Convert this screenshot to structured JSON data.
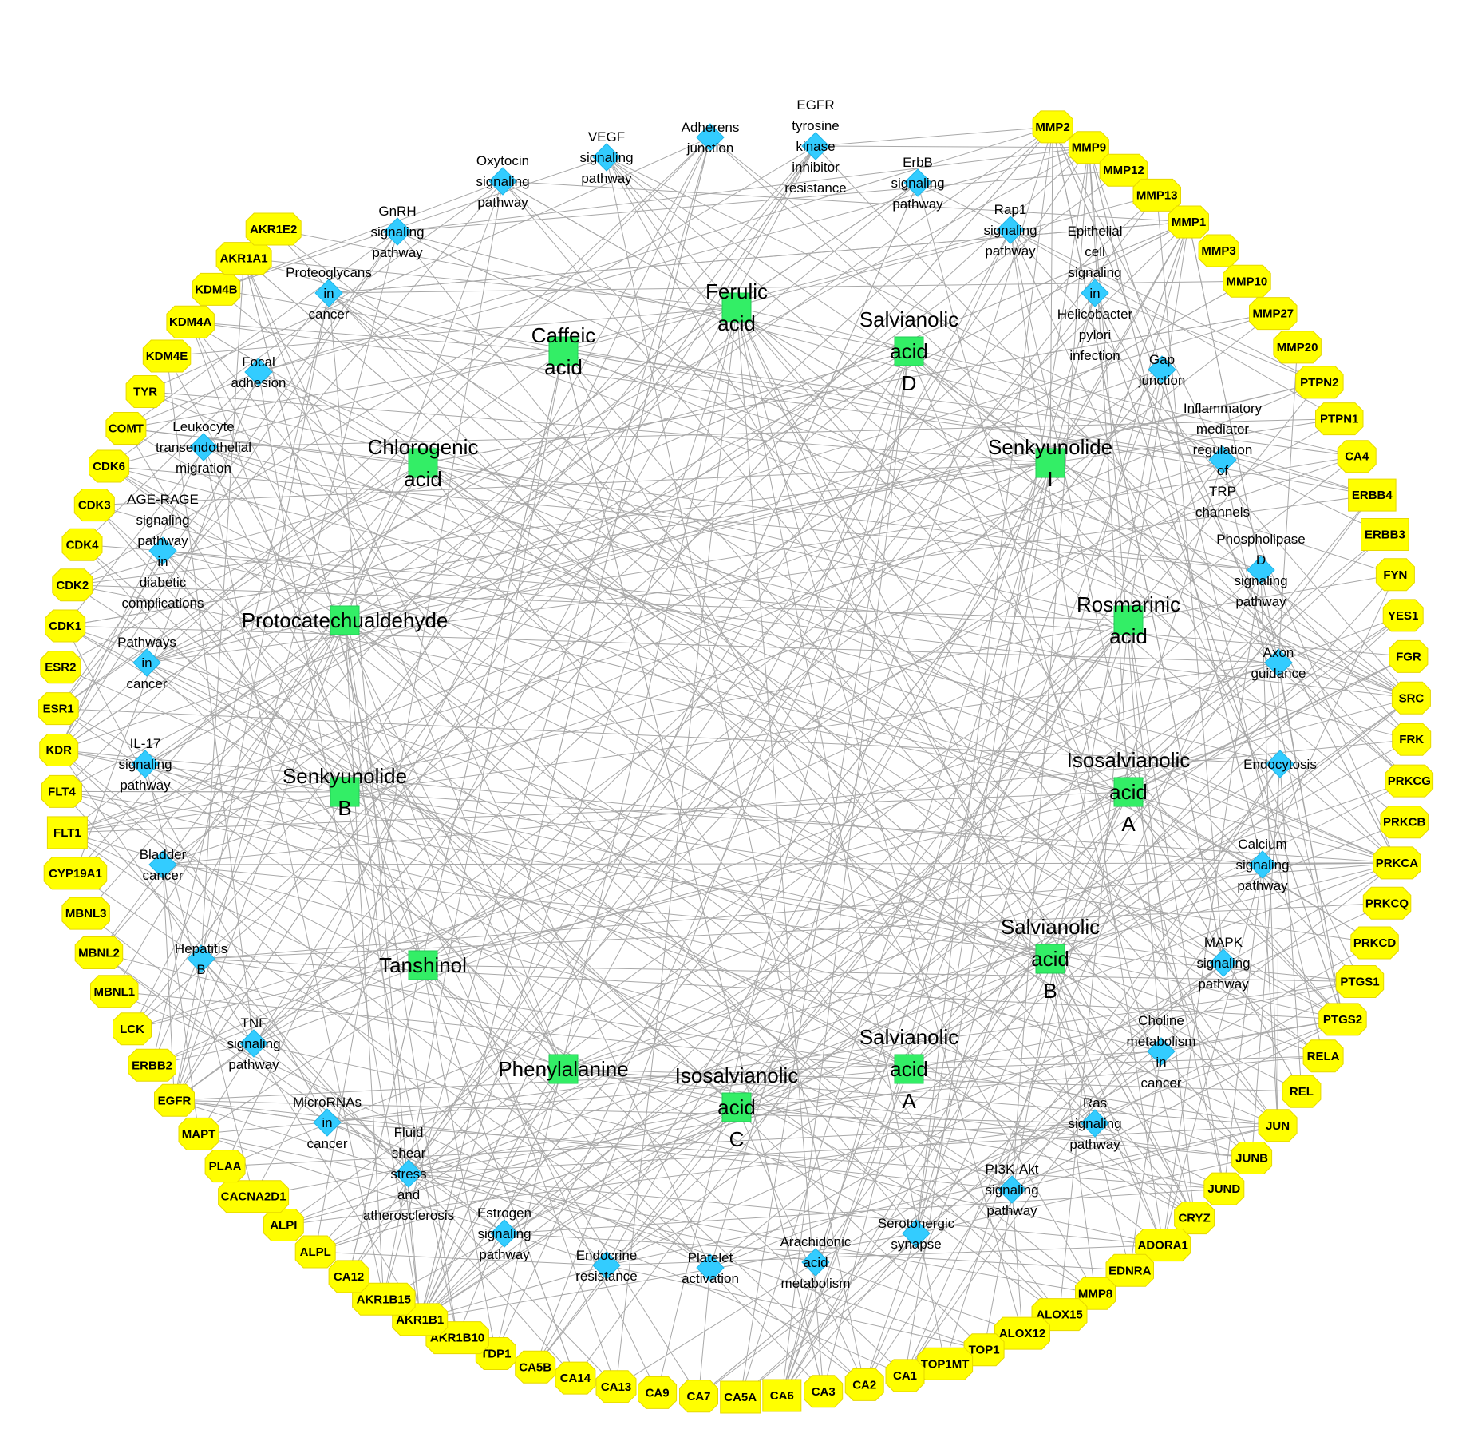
{
  "colors": {
    "edge": "#a8a8a8",
    "target": "#ffff00",
    "pathway": "#33ccff",
    "compound": "#33ee66"
  },
  "targets": [
    "MMP2",
    "MMP9",
    "MMP12",
    "MMP13",
    "MMP1",
    "MMP3",
    "MMP10",
    "MMP27",
    "MMP20",
    "PTPN2",
    "PTPN1",
    "CA4",
    "ERBB4",
    "ERBB3",
    "FYN",
    "YES1",
    "FGR",
    "SRC",
    "FRK",
    "PRKCG",
    "PRKCB",
    "PRKCA",
    "PRKCQ",
    "PRKCD",
    "PTGS1",
    "PTGS2",
    "RELA",
    "REL",
    "JUN",
    "JUNB",
    "JUND",
    "CRYZ",
    "ADORA1",
    "EDNRA",
    "MMP8",
    "ALOX15",
    "ALOX12",
    "TOP1",
    "TOP1MT",
    "CA1",
    "CA2",
    "CA3",
    "CA6",
    "CA5A",
    "CA7",
    "CA9",
    "CA13",
    "CA14",
    "CA5B",
    "TDP1",
    "AKR1B10",
    "AKR1B1",
    "AKR1B15",
    "CA12",
    "ALPL",
    "ALPI",
    "CACNA2D1",
    "PLAA",
    "MAPT",
    "EGFR",
    "ERBB2",
    "LCK",
    "MBNL1",
    "MBNL2",
    "MBNL3",
    "CYP19A1",
    "FLT1",
    "FLT4",
    "KDR",
    "ESR1",
    "ESR2",
    "CDK1",
    "CDK2",
    "CDK4",
    "CDK3",
    "CDK6",
    "COMT",
    "TYR",
    "KDM4E",
    "KDM4A",
    "KDM4B",
    "AKR1A1",
    "AKR1E2"
  ],
  "pathways": [
    {
      "lines": [
        "EGFR",
        "tyrosine",
        "kinase",
        "inhibitor",
        "resistance"
      ]
    },
    {
      "lines": [
        "Adherens",
        "junction"
      ]
    },
    {
      "lines": [
        "VEGF",
        "signaling",
        "pathway"
      ]
    },
    {
      "lines": [
        "Oxytocin",
        "signaling",
        "pathway"
      ]
    },
    {
      "lines": [
        "GnRH",
        "signaling",
        "pathway"
      ]
    },
    {
      "lines": [
        "Proteoglycans",
        "in",
        "cancer"
      ]
    },
    {
      "lines": [
        "Focal",
        "adhesion"
      ]
    },
    {
      "lines": [
        "Leukocyte",
        "transendothelial",
        "migration"
      ]
    },
    {
      "lines": [
        "AGE-RAGE",
        "signaling",
        "pathway",
        "in",
        "diabetic",
        "complications"
      ]
    },
    {
      "lines": [
        "Pathways",
        "in",
        "cancer"
      ]
    },
    {
      "lines": [
        "IL-17",
        "signaling",
        "pathway"
      ]
    },
    {
      "lines": [
        "Bladder",
        "cancer"
      ]
    },
    {
      "lines": [
        "Hepatitis",
        "B"
      ]
    },
    {
      "lines": [
        "TNF",
        "signaling",
        "pathway"
      ]
    },
    {
      "lines": [
        "MicroRNAs",
        "in",
        "cancer"
      ]
    },
    {
      "lines": [
        "Fluid",
        "shear",
        "stress",
        "and",
        "atherosclerosis"
      ]
    },
    {
      "lines": [
        "Estrogen",
        "signaling",
        "pathway"
      ]
    },
    {
      "lines": [
        "Endocrine",
        "resistance"
      ]
    },
    {
      "lines": [
        "Platelet",
        "activation"
      ]
    },
    {
      "lines": [
        "Arachidonic",
        "acid",
        "metabolism"
      ]
    },
    {
      "lines": [
        "Serotonergic",
        "synapse"
      ]
    },
    {
      "lines": [
        "PI3K-Akt",
        "signaling",
        "pathway"
      ]
    },
    {
      "lines": [
        "Ras",
        "signaling",
        "pathway"
      ]
    },
    {
      "lines": [
        "Choline",
        "metabolism",
        "in",
        "cancer"
      ]
    },
    {
      "lines": [
        "MAPK",
        "signaling",
        "pathway"
      ]
    },
    {
      "lines": [
        "Calcium",
        "signaling",
        "pathway"
      ]
    },
    {
      "lines": [
        "Endocytosis"
      ]
    },
    {
      "lines": [
        "Axon",
        "guidance"
      ]
    },
    {
      "lines": [
        "Phospholipase",
        "D",
        "signaling",
        "pathway"
      ]
    },
    {
      "lines": [
        "Inflammatory",
        "mediator",
        "regulation",
        "of",
        "TRP",
        "channels"
      ]
    },
    {
      "lines": [
        "Gap",
        "junction"
      ]
    },
    {
      "lines": [
        "Epithelial",
        "cell",
        "signaling",
        "in",
        "Helicobacter",
        "pylori",
        "infection"
      ]
    },
    {
      "lines": [
        "Rap1",
        "signaling",
        "pathway"
      ]
    },
    {
      "lines": [
        "ErbB",
        "signaling",
        "pathway"
      ]
    }
  ],
  "compounds": [
    {
      "lines": [
        "Ferulic",
        "acid"
      ]
    },
    {
      "lines": [
        "Caffeic",
        "acid"
      ]
    },
    {
      "lines": [
        "Chlorogenic",
        "acid"
      ]
    },
    {
      "lines": [
        "Protocatechualdehyde"
      ]
    },
    {
      "lines": [
        "Senkyunolide",
        "B"
      ]
    },
    {
      "lines": [
        "Tanshinol"
      ]
    },
    {
      "lines": [
        "Phenylalanine"
      ]
    },
    {
      "lines": [
        "Isosalvianolic",
        "acid",
        "C"
      ]
    },
    {
      "lines": [
        "Salvianolic",
        "acid",
        "A"
      ]
    },
    {
      "lines": [
        "Salvianolic",
        "acid",
        "B"
      ]
    },
    {
      "lines": [
        "Isosalvianolic",
        "acid",
        "A"
      ]
    },
    {
      "lines": [
        "Rosmarinic",
        "acid"
      ]
    },
    {
      "lines": [
        "Senkyunolide",
        "I"
      ]
    },
    {
      "lines": [
        "Salvianolic",
        "acid",
        "D"
      ]
    }
  ]
}
